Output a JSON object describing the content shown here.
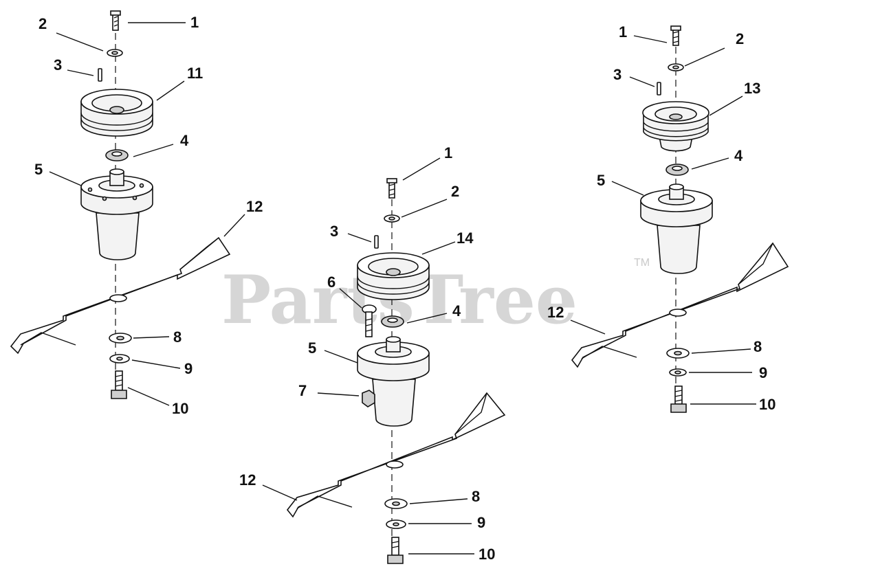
{
  "watermark": {
    "text": "PartsTree",
    "mark": "TM"
  },
  "assemblies": {
    "left": {
      "labels": {
        "bolt": "1",
        "washer": "2",
        "key": "3",
        "pulley": "11",
        "spacer": "4",
        "spindle": "5",
        "blade": "12",
        "blade_washer": "8",
        "lock_washer": "9",
        "blade_bolt": "10"
      }
    },
    "center": {
      "labels": {
        "bolt": "1",
        "washer": "2",
        "key": "3",
        "pulley": "14",
        "carriage_bolt": "6",
        "spacer": "4",
        "spindle": "5",
        "nut": "7",
        "blade": "12",
        "blade_washer": "8",
        "lock_washer": "9",
        "blade_bolt": "10"
      }
    },
    "right": {
      "labels": {
        "bolt": "1",
        "washer": "2",
        "key": "3",
        "pulley": "13",
        "spacer": "4",
        "spindle": "5",
        "blade": "12",
        "blade_washer": "8",
        "lock_washer": "9",
        "blade_bolt": "10"
      }
    }
  }
}
